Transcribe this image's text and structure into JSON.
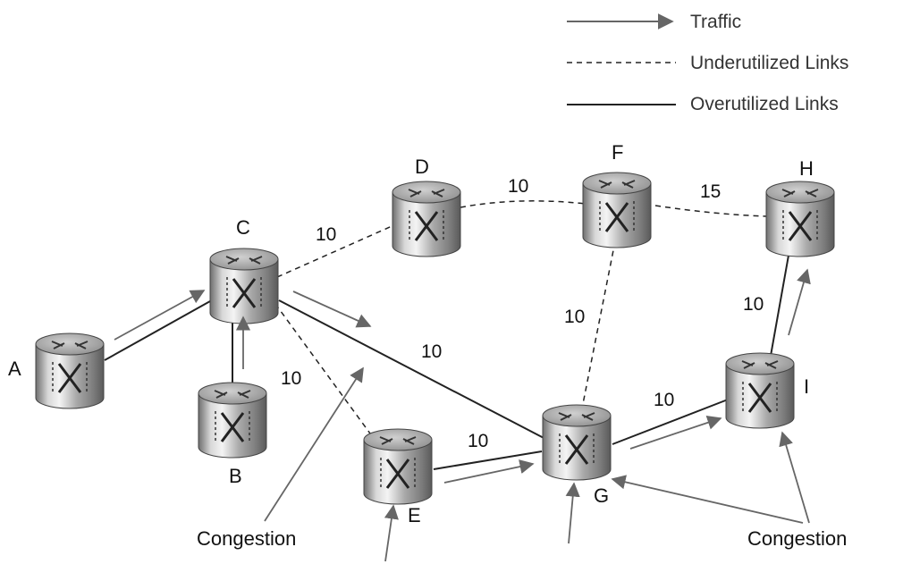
{
  "legend": {
    "traffic": "Traffic",
    "underutilized": "Underutilized Links",
    "overutilized": "Overutilized Links"
  },
  "routers": {
    "A": "A",
    "B": "B",
    "C": "C",
    "D": "D",
    "E": "E",
    "F": "F",
    "G": "G",
    "H": "H",
    "I": "I"
  },
  "links": {
    "C_D": "10",
    "D_F": "10",
    "F_H": "15",
    "C_G": "10",
    "C_E": "10",
    "F_G": "10",
    "E_G": "10",
    "G_I": "10",
    "I_H": "10"
  },
  "annotations": {
    "congestion_left": "Congestion",
    "congestion_right": "Congestion"
  },
  "colors": {
    "traffic_arrow": "#666666",
    "link_line": "#222222",
    "router_body": "#9a9a9a"
  }
}
